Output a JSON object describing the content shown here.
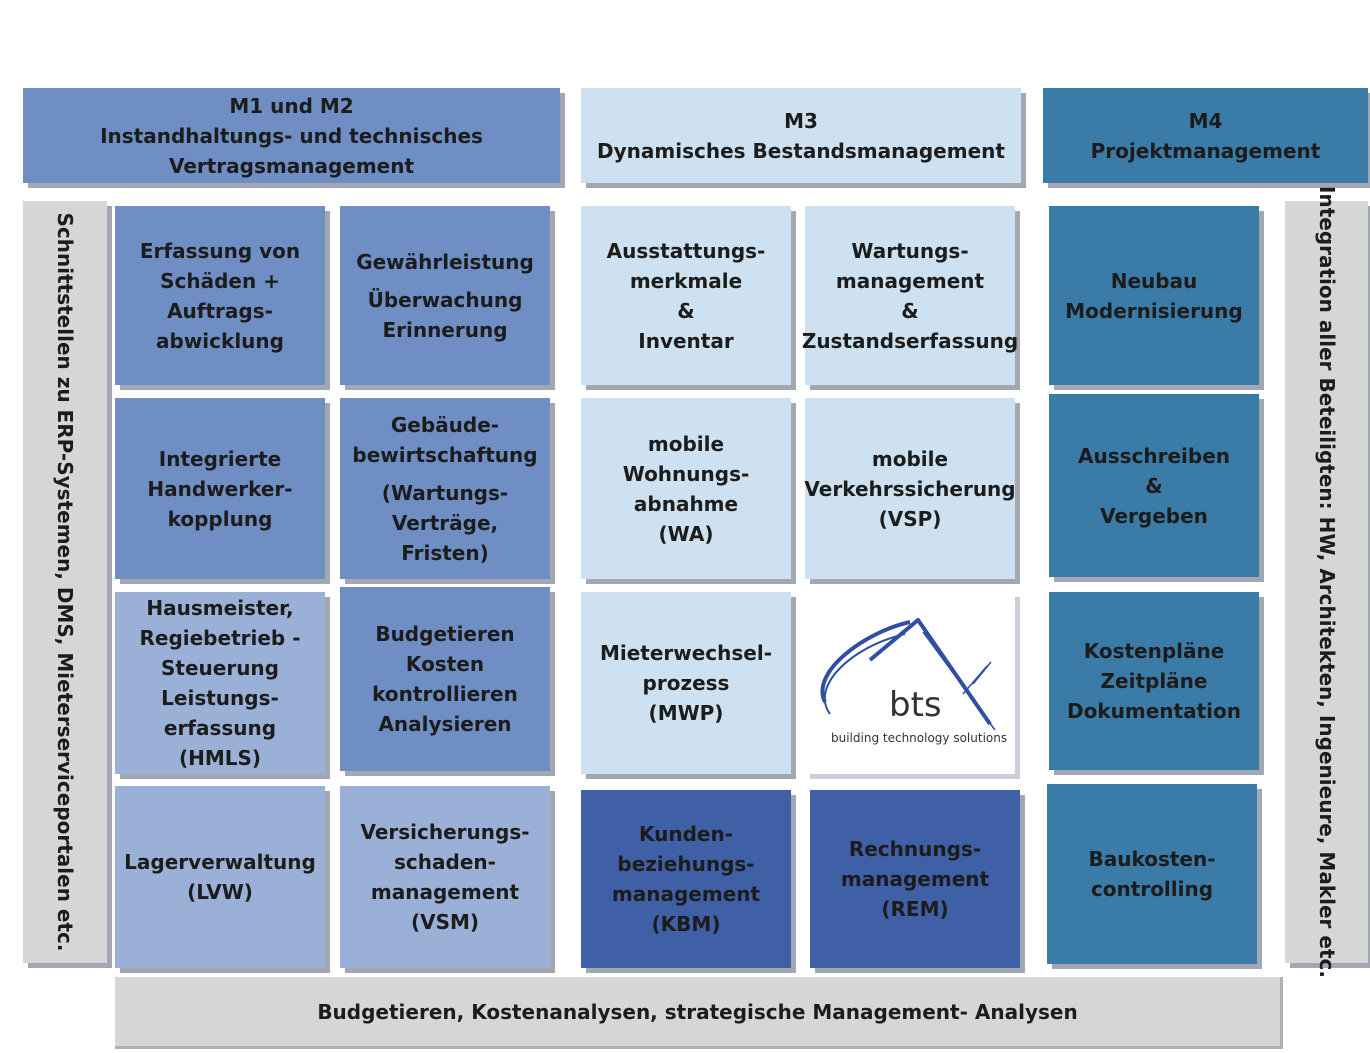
{
  "headers": {
    "m12": [
      "M1 und M2",
      "Instandhaltungs- und technisches",
      "Vertragsmanagement"
    ],
    "m3": [
      "M3",
      "Dynamisches Bestandsmanagement"
    ],
    "m4": [
      "M4",
      "Projektmanagement"
    ]
  },
  "side": {
    "left": "Schnittstellen zu ERP-Systemen,  DMS, Mieterserviceportalen etc.",
    "right": "Integration aller Beteiligten: HW, Architekten, Ingenieure, Makler etc."
  },
  "footer": "Budgetieren, Kostenanalysen, strategische Management- Analysen",
  "boxes": {
    "r1c1": [
      "Erfassung von",
      "Schäden +",
      "Auftrags-",
      "abwicklung"
    ],
    "r1c2": [
      "Gewährleistung",
      "",
      "Überwachung",
      "Erinnerung"
    ],
    "r1c3": [
      "Ausstattungs-",
      "merkmale",
      "&",
      "Inventar"
    ],
    "r1c4": [
      "Wartungs-",
      "management",
      "&",
      "Zustandserfassung"
    ],
    "r1c5": [
      "Neubau",
      "Modernisierung"
    ],
    "r2c1": [
      "Integrierte",
      "Handwerker-",
      "kopplung"
    ],
    "r2c2": [
      "Gebäude-",
      "bewirtschaftung",
      "",
      "(Wartungs-",
      "Verträge,",
      "Fristen)"
    ],
    "r2c3": [
      "mobile",
      "Wohnungs-",
      "abnahme",
      "(WA)"
    ],
    "r2c4": [
      "mobile",
      "Verkehrssicherung",
      "(VSP)"
    ],
    "r2c5": [
      "Ausschreiben",
      "&",
      "Vergeben"
    ],
    "r3c1": [
      "Hausmeister,",
      "Regiebetrieb -",
      "Steuerung",
      "Leistungs-",
      "erfassung",
      "(HMLS)"
    ],
    "r3c2": [
      "Budgetieren",
      "Kosten",
      "kontrollieren",
      "Analysieren"
    ],
    "r3c3": [
      "Mieterwechsel-",
      "prozess",
      "(MWP)"
    ],
    "r3c5": [
      "Kostenpläne",
      "Zeitpläne",
      "Dokumentation"
    ],
    "r4c1": [
      "Lagerverwaltung",
      "(LVW)"
    ],
    "r4c2": [
      "Versicherungs-",
      "schaden-",
      "management",
      "(VSM)"
    ],
    "r4c3": [
      "Kunden-",
      "beziehungs-",
      "management",
      "(KBM)"
    ],
    "r4c4": [
      "Rechnungs-",
      "management",
      "(REM)"
    ],
    "r4c5": [
      "Baukosten-",
      "controlling"
    ]
  },
  "logo": {
    "word": "bts",
    "tagline": "building technology solutions"
  },
  "colors": {
    "mid": "#6f8ec4",
    "light": "#9bb0d6",
    "pale": "#cde1f0",
    "navy": "#3f5fa6",
    "teal": "#3a7ba7",
    "gray": "#d6d6d6"
  }
}
